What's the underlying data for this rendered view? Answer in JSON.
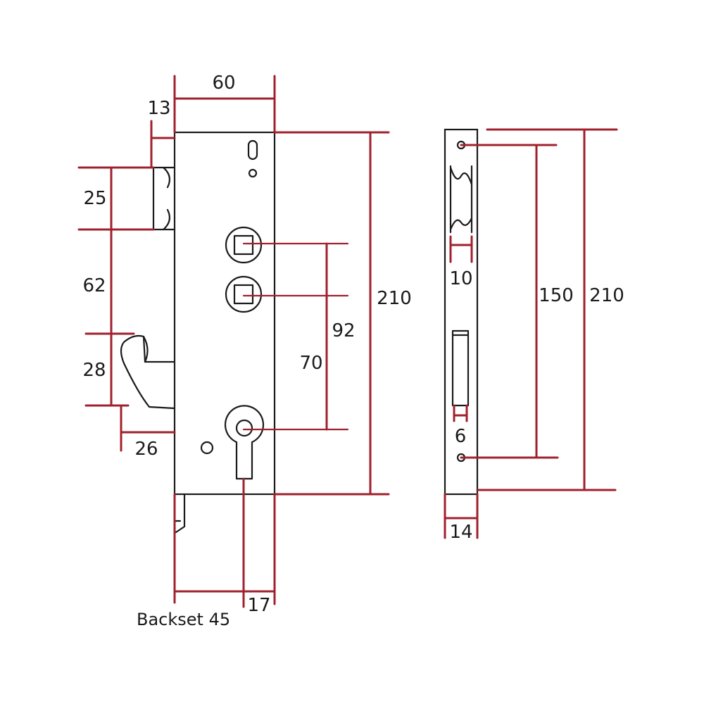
{
  "colors": {
    "dimension_line": "#a0212d",
    "outline": "#1a1a1a",
    "background": "#ffffff"
  },
  "front_view": {
    "width_label": "60",
    "offset_label": "13",
    "latch_height_label": "25",
    "latch_to_hook_label": "62",
    "hook_height_label": "28",
    "hook_projection_label": "26",
    "overall_height_label": "210",
    "spindle_to_cylinder_label": "92",
    "lower_spindle_to_cylinder_label": "70",
    "cylinder_offset_label": "17",
    "backset_label": "Backset 45"
  },
  "side_view": {
    "latch_width_label": "10",
    "screw_spacing_label": "150",
    "overall_height_label": "210",
    "slot_width_label": "6",
    "faceplate_width_label": "14"
  }
}
